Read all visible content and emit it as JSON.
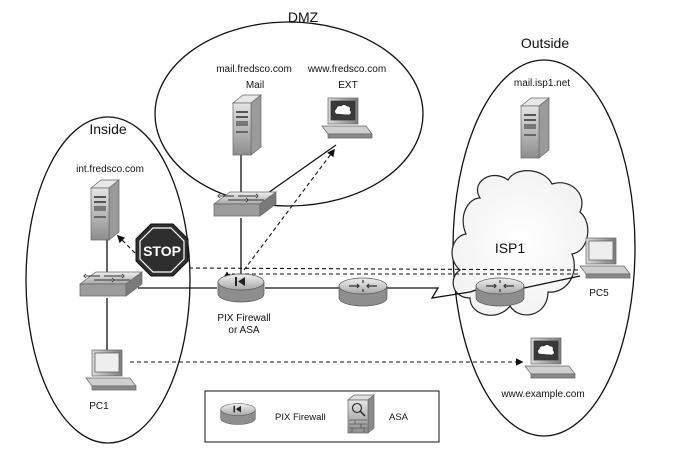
{
  "zones": {
    "dmz": "DMZ",
    "inside": "Inside",
    "outside": "Outside"
  },
  "hosts": {
    "mail_fqdn": "mail.fredsco.com",
    "mail_name": "Mail",
    "ext_fqdn": "www.fredsco.com",
    "ext_name": "EXT",
    "isp_mail": "mail.isp1.net",
    "inside_server": "int.fredsco.com",
    "pc1": "PC1",
    "pc5": "PC5",
    "example_web": "www.example.com"
  },
  "firewall_label": [
    "PIX Firewall",
    "or ASA"
  ],
  "stop_sign": "STOP",
  "cloud_label": "ISP1",
  "legend": {
    "pix": "PIX Firewall",
    "asa": "ASA"
  }
}
